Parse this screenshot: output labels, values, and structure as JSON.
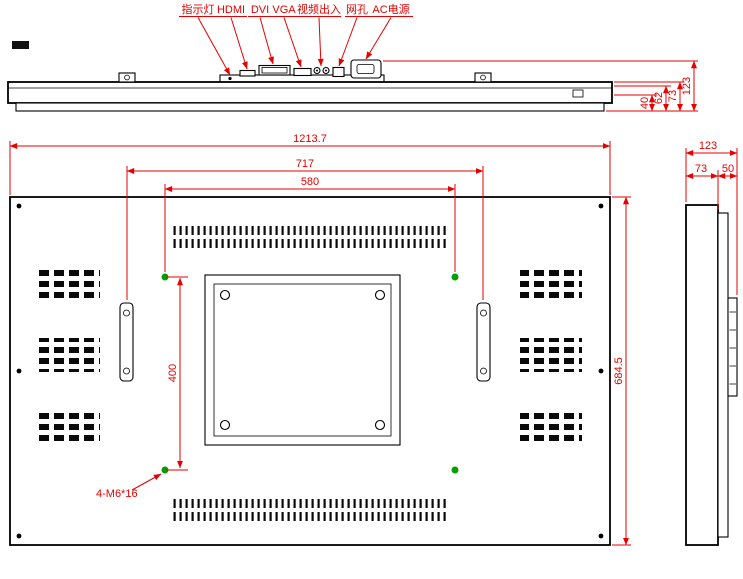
{
  "drawing": {
    "type": "technical-dimension-drawing",
    "views": [
      "top-view",
      "back-view",
      "side-view"
    ]
  },
  "callouts": {
    "indicator_light": "指示灯",
    "hdmi": "HDMI",
    "dvi": "DVI",
    "vga": "VGA",
    "video_io": "视频出入",
    "lan_port": "网孔",
    "ac_power": "AC电源"
  },
  "dims": {
    "top_depth_1": "40",
    "top_depth_2": "62",
    "top_depth_3": "73",
    "top_depth_total": "123",
    "overall_width": "1213.7",
    "handle_span": "717",
    "vesa_width": "580",
    "vesa_height": "400",
    "overall_height": "684.5",
    "mount_screw_spec": "4-M6*16",
    "side_depth_total": "123",
    "side_depth_front": "73",
    "side_depth_rear": "50"
  },
  "colors": {
    "dimension": "#e60000",
    "outline": "#000000",
    "mount_hole": "#00a000",
    "background": "#ffffff"
  }
}
